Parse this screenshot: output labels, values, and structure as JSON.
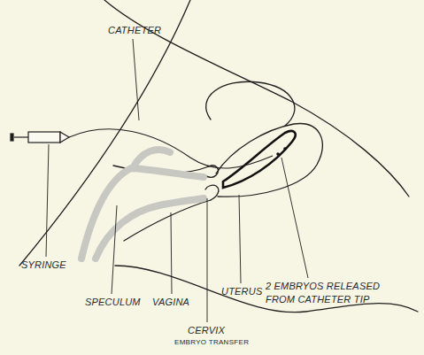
{
  "diagram": {
    "caption": "EMBRYO TRANSFER",
    "labels": [
      "CATHETER",
      "SYRINGE",
      "SPECULUM",
      "VAGINA",
      "UTERUS",
      "2 EMBRYOS RELEASED FROM CATHETER TIP",
      "CERVIX"
    ]
  }
}
